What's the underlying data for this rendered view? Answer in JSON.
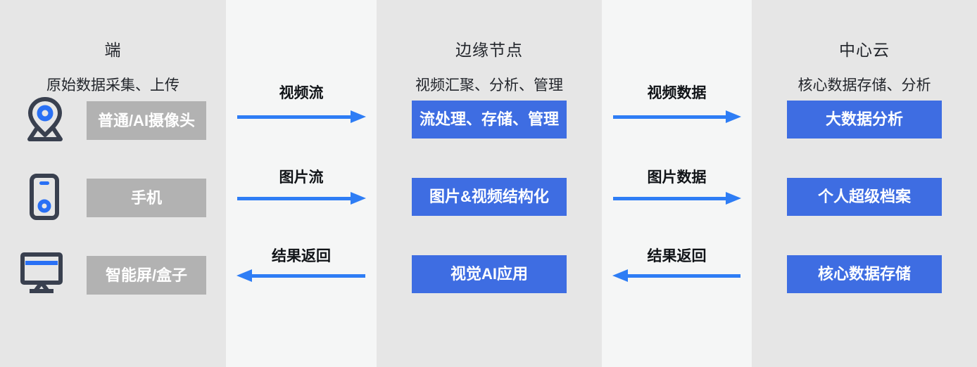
{
  "colors": {
    "column_bg": "#e6e6e6",
    "gap_bg": "#f5f6f6",
    "box_blue": "#3e6de2",
    "arrow_blue": "#2e7df5",
    "device_label_bg": "#b2b2b2",
    "icon_dark": "#39404f",
    "icon_blue": "#2970f5",
    "text_dark": "#23262c",
    "box_text": "#ffffff"
  },
  "columns": [
    {
      "title": "端",
      "subtitle": "原始数据采集、上传",
      "devices": [
        {
          "icon": "camera-pin-icon",
          "label": "普通/AI摄像头"
        },
        {
          "icon": "phone-icon",
          "label": "手机"
        },
        {
          "icon": "smart-screen-icon",
          "label": "智能屏/盒子"
        }
      ]
    },
    {
      "title": "边缘节点",
      "subtitle": "视频汇聚、分析、管理",
      "boxes": [
        "流处理、存储、管理",
        "图片&视频结构化",
        "视觉AI应用"
      ]
    },
    {
      "title": "中心云",
      "subtitle": "核心数据存储、分析",
      "boxes": [
        "大数据分析",
        "个人超级档案",
        "核心数据存储"
      ]
    }
  ],
  "flows": {
    "gap1": [
      {
        "label": "视频流",
        "direction": "right"
      },
      {
        "label": "图片流",
        "direction": "right"
      },
      {
        "label": "结果返回",
        "direction": "left"
      }
    ],
    "gap2": [
      {
        "label": "视频数据",
        "direction": "right"
      },
      {
        "label": "图片数据",
        "direction": "right"
      },
      {
        "label": "结果返回",
        "direction": "left"
      }
    ]
  }
}
